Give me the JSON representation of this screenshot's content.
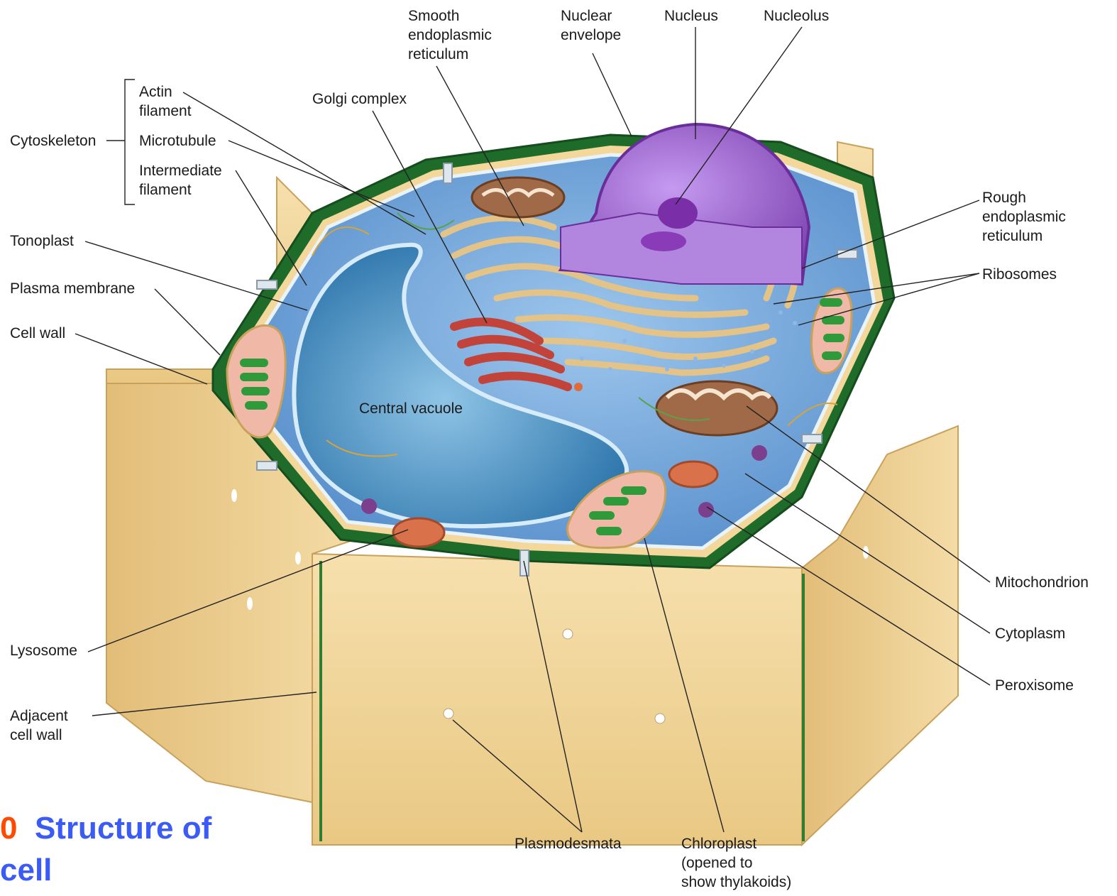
{
  "labels": {
    "smooth_er": [
      "Smooth",
      "endoplasmic",
      "reticulum"
    ],
    "nuclear_envelope": [
      "Nuclear",
      "envelope"
    ],
    "nucleus": "Nucleus",
    "nucleolus": "Nucleolus",
    "golgi": "Golgi complex",
    "cytoskeleton": "Cytoskeleton",
    "actin": [
      "Actin",
      "filament"
    ],
    "microtubule": "Microtubule",
    "intermediate": [
      "Intermediate",
      "filament"
    ],
    "tonoplast": "Tonoplast",
    "plasma_membrane": "Plasma membrane",
    "cell_wall": "Cell wall",
    "rough_er": [
      "Rough",
      "endoplasmic",
      "reticulum"
    ],
    "ribosomes": "Ribosomes",
    "central_vacuole": "Central vacuole",
    "mitochondrion": "Mitochondrion",
    "cytoplasm": "Cytoplasm",
    "peroxisome": "Peroxisome",
    "lysosome": "Lysosome",
    "adjacent_wall": [
      "Adjacent",
      "cell wall"
    ],
    "plasmodesmata": "Plasmodesmata",
    "chloroplast": [
      "Chloroplast",
      "(opened to",
      "show thylakoids)"
    ]
  },
  "caption": {
    "number": "0",
    "line1": "Structure of",
    "line2": "cell"
  },
  "colors": {
    "wall": "#f3d79b",
    "wall_dark": "#d9b46a",
    "wall_green": "#1f6b2a",
    "cytoplasm": "#6fa3d8",
    "vacuole": "#2f7fb8",
    "nucleus": "#9b5cc9",
    "er": "#e3c387",
    "golgi": "#c2433a",
    "mitochondrion": "#8b5a3c",
    "chloroplast": "#2f9a3a",
    "caption_number": "#ff4a00",
    "caption_text": "#3b5bf5"
  }
}
